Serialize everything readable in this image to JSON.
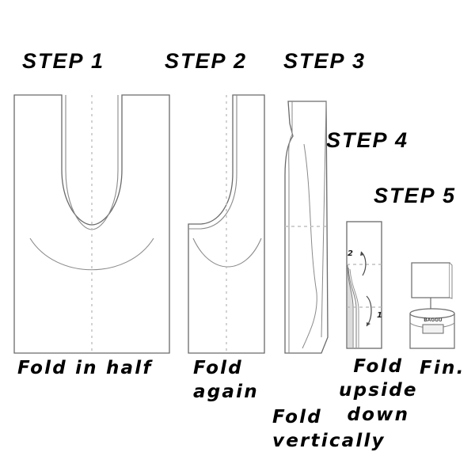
{
  "diagram": {
    "title_absent": true,
    "brand_label": "BAGGU",
    "steps": [
      {
        "id": "step-1",
        "label": "STEP 1",
        "caption": "Fold in half",
        "figure": "flat-bag-with-handle-cutout",
        "guide": "vertical-dashed-center-line"
      },
      {
        "id": "step-2",
        "label": "STEP 2",
        "caption": "Fold\nagain",
        "figure": "half-folded-bag",
        "guide": "vertical-dashed-center-line"
      },
      {
        "id": "step-3",
        "label": "STEP 3",
        "caption": "Fold\nvertically",
        "figure": "narrow-vertical-strip",
        "guide": "horizontal-dashed-line"
      },
      {
        "id": "step-4",
        "label": "STEP 4",
        "caption": "Fold\nupside\ndown",
        "figure": "folded-strip-with-arrows",
        "guide": "two-horizontal-dashed-lines",
        "arrow_numbers": [
          "2",
          "1"
        ]
      },
      {
        "id": "step-5",
        "label": "STEP 5",
        "caption": "Fin.",
        "figure": "finished-pouch-with-flap",
        "guide": "none"
      }
    ],
    "colors": {
      "ink": "#000000",
      "outline": "#5a5a5a",
      "dashed": "#b9b9b9",
      "shade": "#d8d8d8",
      "paper": "#ffffff"
    }
  }
}
